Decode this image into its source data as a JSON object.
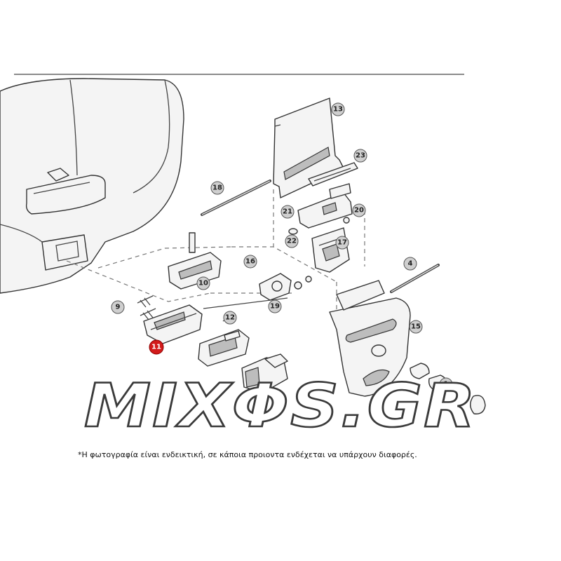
{
  "diagram": {
    "callouts": [
      {
        "id": "c1",
        "label": "1",
        "highlight": false
      },
      {
        "id": "c4",
        "label": "4",
        "highlight": false
      },
      {
        "id": "c9",
        "label": "9",
        "highlight": false
      },
      {
        "id": "c10",
        "label": "10",
        "highlight": false
      },
      {
        "id": "c11",
        "label": "11",
        "highlight": true
      },
      {
        "id": "c12",
        "label": "12",
        "highlight": false
      },
      {
        "id": "c13",
        "label": "13",
        "highlight": false
      },
      {
        "id": "c15",
        "label": "15",
        "highlight": false
      },
      {
        "id": "c16",
        "label": "16",
        "highlight": false
      },
      {
        "id": "c17",
        "label": "17",
        "highlight": false
      },
      {
        "id": "c18",
        "label": "18",
        "highlight": false
      },
      {
        "id": "c19",
        "label": "19",
        "highlight": false
      },
      {
        "id": "c20",
        "label": "20",
        "highlight": false
      },
      {
        "id": "c21",
        "label": "21",
        "highlight": false
      },
      {
        "id": "c22",
        "label": "22",
        "highlight": false
      },
      {
        "id": "c23",
        "label": "23",
        "highlight": false
      }
    ],
    "highlight_color": "#d21a1a"
  },
  "watermark": {
    "text": "MIXΦS.GR"
  },
  "footnote": "*Η φωτογραφία είναι ενδεικτική, σε κάποια προιοντα ενδέχεται να υπάρχουν διαφορές."
}
